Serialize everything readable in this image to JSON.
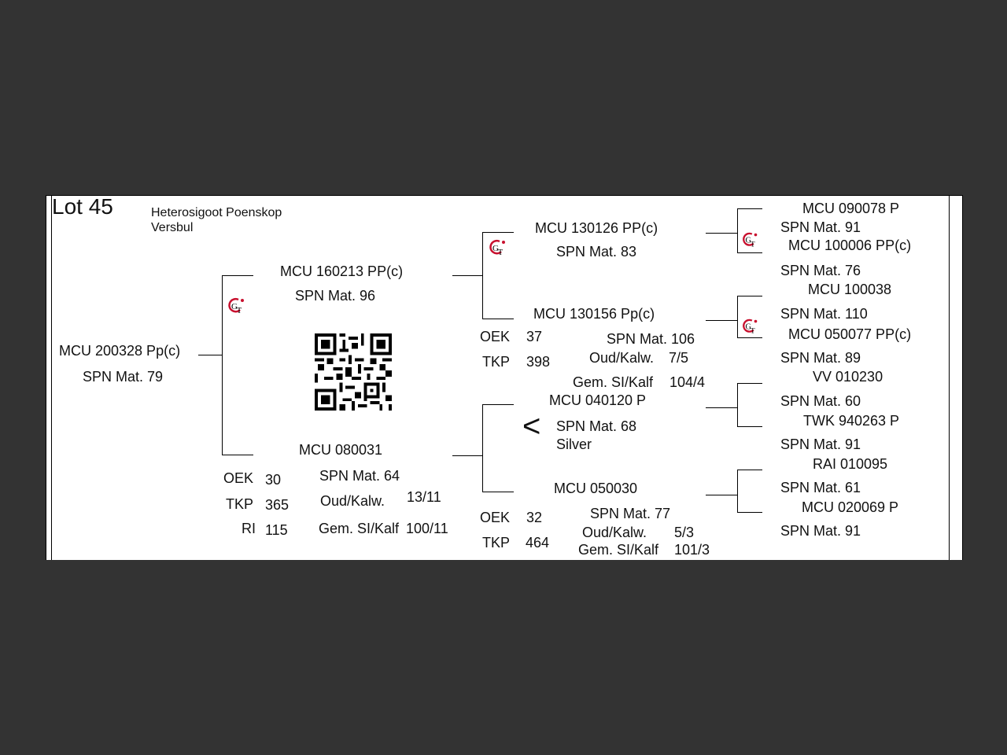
{
  "lot": "Lot 45",
  "breed": {
    "line1": "Heterosigoot Poenskop",
    "line2": "Versbul"
  },
  "animal": {
    "id": "MCU 200328  Pp(c)",
    "spn": "SPN Mat. 79"
  },
  "sire": {
    "id": "MCU 160213  PP(c)",
    "spn": "SPN Mat. 96",
    "sire": {
      "id": "MCU 130126  PP(c)",
      "spn": "SPN Mat. 83",
      "sire": {
        "id": "MCU 090078  P",
        "spn": "SPN Mat. 91"
      },
      "dam": {
        "id": "MCU 100006  PP(c)",
        "spn": "SPN Mat. 76"
      }
    },
    "dam": {
      "id": "MCU 130156   Pp(c)",
      "spn": "SPN Mat. 106",
      "oek_label": "OEK",
      "oek": "37",
      "tkp_label": "TKP",
      "tkp": "398",
      "oud_label": "Oud/Kalw.",
      "oud": "7/5",
      "gem_label": "Gem. SI/Kalf",
      "gem": "104/4",
      "sire": {
        "id": "MCU 100038",
        "spn": "SPN Mat. 110"
      },
      "dam": {
        "id": "MCU 050077  PP(c)",
        "spn": "SPN Mat. 89"
      }
    }
  },
  "dam": {
    "id": "MCU 080031",
    "spn": "SPN Mat. 64",
    "oek_label": "OEK",
    "oek": "30",
    "tkp_label": "TKP",
    "tkp": "365",
    "ri_label": "RI",
    "ri": "115",
    "oud_label": "Oud/Kalw.",
    "oud": "13/11",
    "gem_label": "Gem. SI/Kalf",
    "gem": "100/11",
    "sire": {
      "id": "MCU 040120  P",
      "spn": "SPN Mat. 68",
      "note": "Silver",
      "symbol": "<",
      "sire": {
        "id": "VV  010230",
        "spn": "SPN Mat. 60"
      },
      "dam": {
        "id": "TWK 940263  P",
        "spn": "SPN Mat. 91"
      }
    },
    "dam": {
      "id": "MCU 050030",
      "spn": "SPN Mat. 77",
      "oek_label": "OEK",
      "oek": "32",
      "tkp_label": "TKP",
      "tkp": "464",
      "oud_label": "Oud/Kalw.",
      "oud": "5/3",
      "gem_label": "Gem. SI/Kalf",
      "gem": "101/3",
      "sire": {
        "id": "RAI 010095",
        "spn": "SPN Mat. 61"
      },
      "dam": {
        "id": "MCU 020069  P",
        "spn": "SPN Mat. 91"
      }
    }
  },
  "colors": {
    "background": "#333333",
    "paper": "#ffffff",
    "logo_red": "#c8102e"
  },
  "icons": {
    "logo": "gt-logo-icon",
    "qr": "qr-code-icon"
  }
}
